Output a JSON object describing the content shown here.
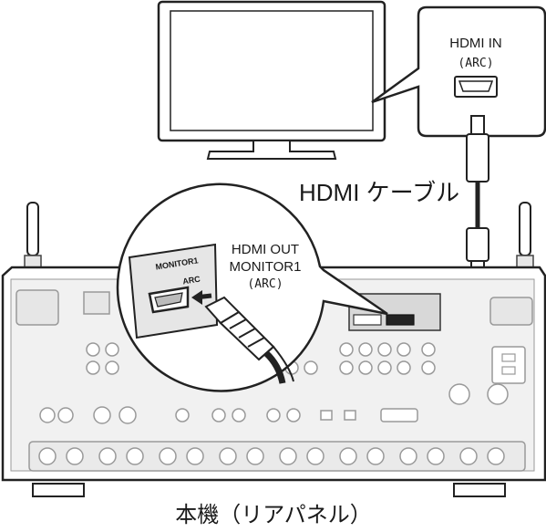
{
  "tv": {
    "port_label": "HDMI IN",
    "port_sub": "(ARC)"
  },
  "cable": {
    "label": "HDMI ケーブル"
  },
  "receiver": {
    "callout_panel_title": "MONITOR1",
    "callout_panel_arc": "ARC",
    "output_line1": "HDMI OUT",
    "output_line2": "MONITOR1",
    "output_line3": "(ARC)",
    "caption": "本機（リアパネル）"
  },
  "colors": {
    "line": "#222222",
    "panel_fill": "#e6e6e6",
    "connector_fill": "#dcdcdc",
    "screen_fill": "#ffffff"
  }
}
